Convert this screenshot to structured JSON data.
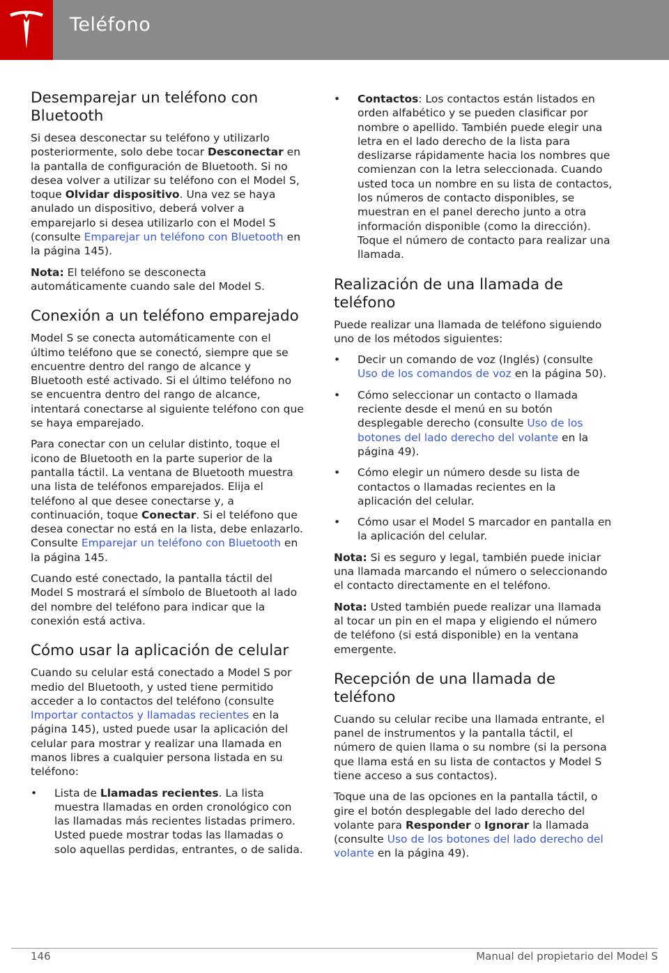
{
  "header": {
    "title": "Teléfono"
  },
  "left": {
    "s1": {
      "heading": "Desemparejar un teléfono con Bluetooth",
      "p1": [
        "Si desea desconectar su teléfono y utilizarlo posteriormente, solo debe tocar ",
        "Desconectar",
        " en la pantalla de configuración de Bluetooth. Si no desea volver a utilizar su teléfono con el Model S, toque ",
        "Olvidar dispositivo",
        ". Una vez se haya anulado un dispositivo, deberá volver a emparejarlo si desea utilizarlo con el Model S (consulte ",
        "Emparejar un teléfono con Bluetooth",
        " en la página 145)."
      ],
      "note_label": "Nota:",
      "note_text": " El teléfono se desconecta automáticamente cuando sale del Model S."
    },
    "s2": {
      "heading": "Conexión a un teléfono emparejado",
      "p1": "Model S se conecta automáticamente con el último teléfono que se conectó, siempre que se encuentre dentro del rango de alcance y Bluetooth esté activado. Si el último teléfono no se encuentra dentro del rango de alcance, intentará conectarse al siguiente teléfono con que se haya emparejado.",
      "p2": [
        "Para conectar con un celular distinto, toque el icono de Bluetooth en la parte superior de la pantalla táctil. La ventana de Bluetooth muestra una lista de teléfonos emparejados. Elija el teléfono al que desee conectarse y, a continuación, toque ",
        "Conectar",
        ". Si el teléfono que desea conectar no está en la lista, debe enlazarlo. Consulte ",
        "Emparejar un teléfono con Bluetooth",
        " en la página 145."
      ],
      "p3": "Cuando esté conectado, la pantalla táctil del Model S mostrará el símbolo de Bluetooth al lado del nombre del teléfono para indicar que la conexión está activa."
    },
    "s3": {
      "heading": "Cómo usar la aplicación de celular",
      "p1": [
        "Cuando su celular está conectado a Model S por medio del Bluetooth, y usted tiene permitido acceder a lo contactos del teléfono (consulte ",
        "Importar contactos y llamadas recientes",
        " en la página 145), usted puede usar la aplicación del celular para mostrar y realizar una llamada en manos libres a cualquier persona listada en su teléfono:"
      ],
      "bullet": "•",
      "li1": [
        "Lista de ",
        "Llamadas recientes",
        ". La lista muestra llamadas en orden cronológico con las llamadas más recientes listadas primero. Usted puede mostrar todas las llamadas o solo aquellas perdidas, entrantes, o de salida."
      ]
    }
  },
  "right": {
    "li2": [
      "Contactos",
      ": Los contactos están listados en orden alfabético y se pueden clasificar por nombre o apellido. También puede elegir una letra en el lado derecho de la lista para deslizarse rápidamente hacia los nombres que comienzan con la letra seleccionada. Cuando usted toca un nombre en su lista de contactos, los números de contacto disponibles, se muestran en el panel derecho junto a otra información disponible (como la dirección). Toque el número de contacto para realizar una llamada."
    ],
    "s4": {
      "heading": "Realización de una llamada de teléfono",
      "p1": "Puede realizar una llamada de teléfono siguiendo uno de los métodos siguientes:",
      "li1": [
        "Decir un comando de voz (Inglés) (consulte ",
        "Uso de los comandos de voz",
        " en la página 50)."
      ],
      "li2": [
        "Cómo seleccionar un contacto o llamada reciente desde el menú en su botón desplegable derecho (consulte ",
        "Uso de los botones del lado derecho del volante",
        " en la página 49)."
      ],
      "li3": "Cómo elegir un número desde su lista de contactos o llamadas recientes en la aplicación del celular.",
      "li4": "Cómo usar el Model S marcador en pantalla en la aplicación del celular.",
      "note1_label": "Nota:",
      "note1_text": " Si es seguro y legal, también puede iniciar una llamada marcando el número o seleccionando el contacto directamente en el teléfono.",
      "note2_label": "Nota:",
      "note2_text": " Usted también puede realizar una llamada al tocar un pin en el mapa y eligiendo el número de teléfono (si está disponible) en la ventana emergente."
    },
    "s5": {
      "heading": "Recepción de una llamada de teléfono",
      "p1": "Cuando su celular recibe una llamada entrante, el panel de instrumentos y la pantalla táctil, el número de quien llama o su nombre (si la persona que llama está en su lista de contactos y Model S tiene acceso a sus contactos).",
      "p2": [
        "Toque una de las opciones en la pantalla táctil, o gire el botón desplegable del lado derecho del volante para ",
        "Responder",
        " o ",
        "Ignorar",
        " la llamada (consulte ",
        "Uso de los botones del lado derecho del volante",
        " en la página 49)."
      ]
    }
  },
  "footer": {
    "page": "146",
    "title": "Manual del propietario del Model S"
  }
}
